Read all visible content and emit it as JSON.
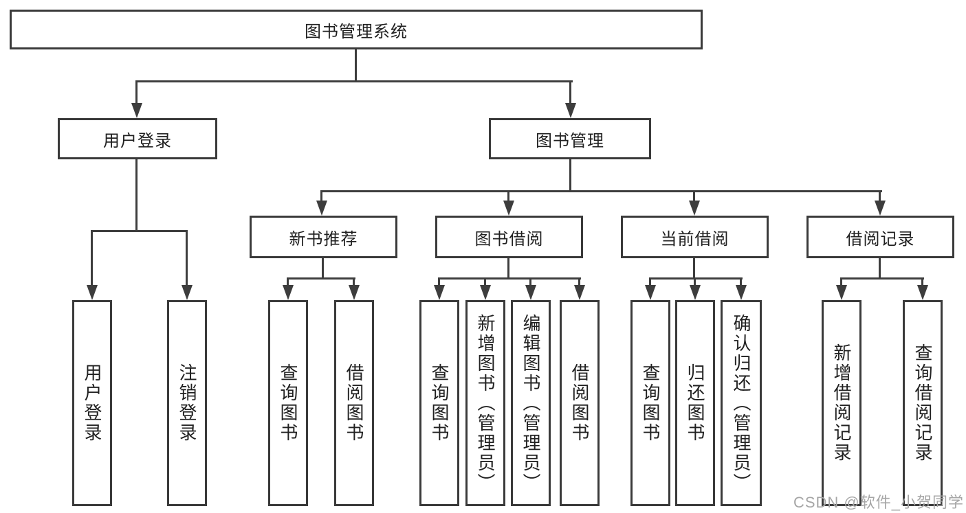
{
  "diagram": {
    "type": "hierarchy-tree",
    "root": {
      "label": "图书管理系统"
    },
    "branches": [
      {
        "label": "用户登录",
        "children": [
          {
            "label": "用户登录"
          },
          {
            "label": "注销登录"
          }
        ]
      },
      {
        "label": "图书管理",
        "children": [
          {
            "label": "新书推荐",
            "children": [
              {
                "label": "查询图书"
              },
              {
                "label": "借阅图书"
              }
            ]
          },
          {
            "label": "图书借阅",
            "children": [
              {
                "label": "查询图书"
              },
              {
                "label": "新增图书（管理员）"
              },
              {
                "label": "编辑图书（管理员）"
              },
              {
                "label": "借阅图书"
              }
            ]
          },
          {
            "label": "当前借阅",
            "children": [
              {
                "label": "查询图书"
              },
              {
                "label": "归还图书"
              },
              {
                "label": "确认归还（管理员）"
              }
            ]
          },
          {
            "label": "借阅记录",
            "children": [
              {
                "label": "新增借阅记录"
              },
              {
                "label": "查询借阅记录"
              }
            ]
          }
        ]
      }
    ]
  },
  "watermark": {
    "text": "CSDN @软件_小贺同学"
  },
  "colors": {
    "line": "#3d3d3d",
    "border": "#3a3a3a",
    "text": "#212121",
    "watermark": "#a6a6a6",
    "background": "#ffffff"
  }
}
